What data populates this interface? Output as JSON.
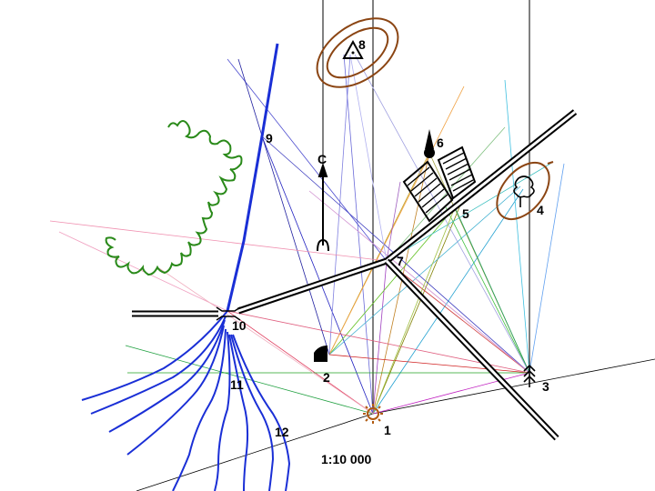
{
  "scale_text": "1:10 000",
  "north_letter": "С",
  "points": [
    {
      "label": "1",
      "icon": "sun-symbol-icon"
    },
    {
      "label": "2",
      "icon": "flag-icon"
    },
    {
      "label": "3",
      "icon": "coniferous-trees-icon"
    },
    {
      "label": "4",
      "icon": "deciduous-tree-icon"
    },
    {
      "label": "5",
      "icon": "houses-icon"
    },
    {
      "label": "6",
      "icon": "tower-icon"
    },
    {
      "label": "7",
      "icon": "road-fork-icon"
    },
    {
      "label": "8",
      "icon": "triangulation-point-icon"
    },
    {
      "label": "9",
      "icon": "river-point-icon"
    },
    {
      "label": "10",
      "icon": "bridge-icon"
    },
    {
      "label": "11",
      "icon": "contour-point-icon"
    },
    {
      "label": "12",
      "icon": "contour-point-icon"
    }
  ],
  "colors": {
    "road": "#000000",
    "river": "#1a2fd6",
    "forest_edge": "#2a8a1a",
    "relief": "#8b4513",
    "sun_symbol": "#b05a10"
  }
}
